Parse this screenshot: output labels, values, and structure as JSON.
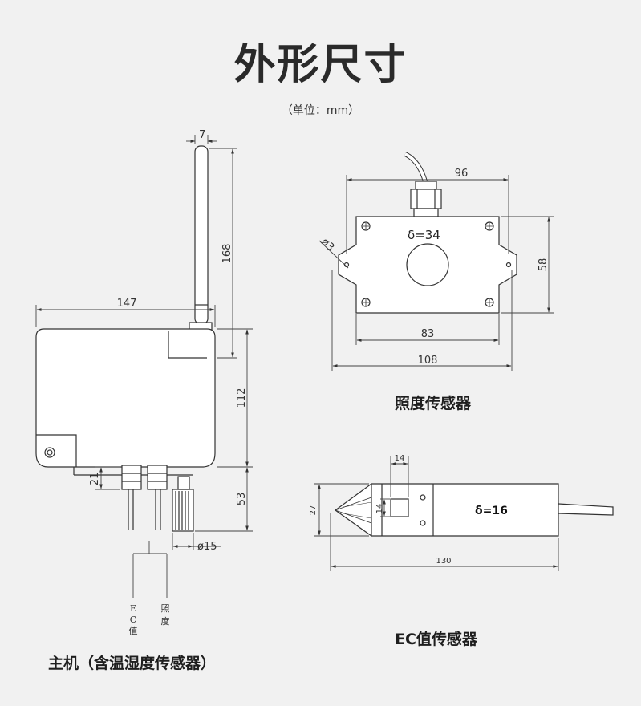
{
  "title": "外形尺寸",
  "unit_note": "（单位：mm）",
  "captions": {
    "main_unit": "主机（含温湿度传感器）",
    "light_sensor": "照度传感器",
    "ec_sensor": "EC值传感器"
  },
  "main_unit_dims": {
    "antenna_width": "7",
    "antenna_height": "168",
    "body_width": "147",
    "body_height": "112",
    "cable_gland": "21",
    "probe_length": "53",
    "probe_diameter": "ø15"
  },
  "cable_labels": {
    "ec_top": "E",
    "ec_mid": "C",
    "ec_bottom": "值",
    "light_top": "照",
    "light_bottom": "度"
  },
  "light_sensor_dims": {
    "top_width": "96",
    "hole": "ø3",
    "thickness": "δ=34",
    "height": "58",
    "inner_width": "83",
    "outer_width": "108"
  },
  "ec_sensor_dims": {
    "window": "14",
    "window_side": "14",
    "height": "27",
    "thickness": "δ=16",
    "length": "130"
  }
}
